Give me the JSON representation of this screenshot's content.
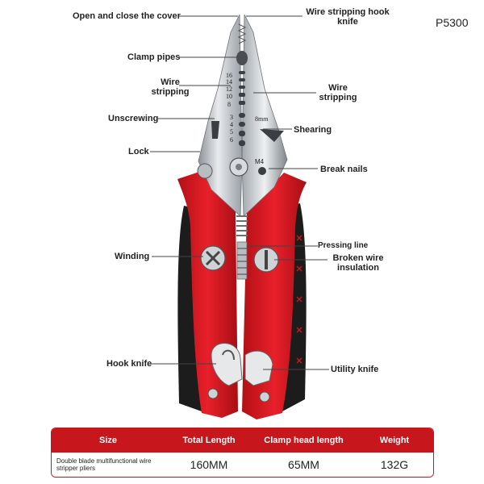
{
  "model": "P5300",
  "annotations": {
    "open_close_cover": "Open and close the cover",
    "wire_stripping_hook_knife": "Wire stripping hook knife",
    "clamp_pipes": "Clamp pipes",
    "wire_stripping_left": "Wire stripping",
    "wire_stripping_right": "Wire stripping",
    "unscrewing": "Unscrewing",
    "shearing": "Shearing",
    "lock": "Lock",
    "break_nails": "Break nails",
    "pressing_line": "Pressing line",
    "winding": "Winding",
    "broken_wire_insulation": "Broken wire insulation",
    "hook_knife": "Hook knife",
    "utility_knife": "Utility knife"
  },
  "tool_markings": {
    "gauges_top": [
      "16",
      "14",
      "12",
      "10",
      "8"
    ],
    "gauges_bottom": [
      "3",
      "4",
      "5",
      "6"
    ],
    "size_8mm": "8mm",
    "m4": "M4"
  },
  "specs": {
    "headers": [
      "Size",
      "Total Length",
      "Clamp head length",
      "Weight"
    ],
    "row": {
      "description": "Double blade multifunctional wire stripper pliers",
      "total_length": "160MM",
      "clamp_head_length": "65MM",
      "weight": "132G"
    }
  },
  "colors": {
    "accent_red": "#c8161d",
    "handle_black": "#1c1c1c",
    "steel": "#c9ccd0"
  }
}
